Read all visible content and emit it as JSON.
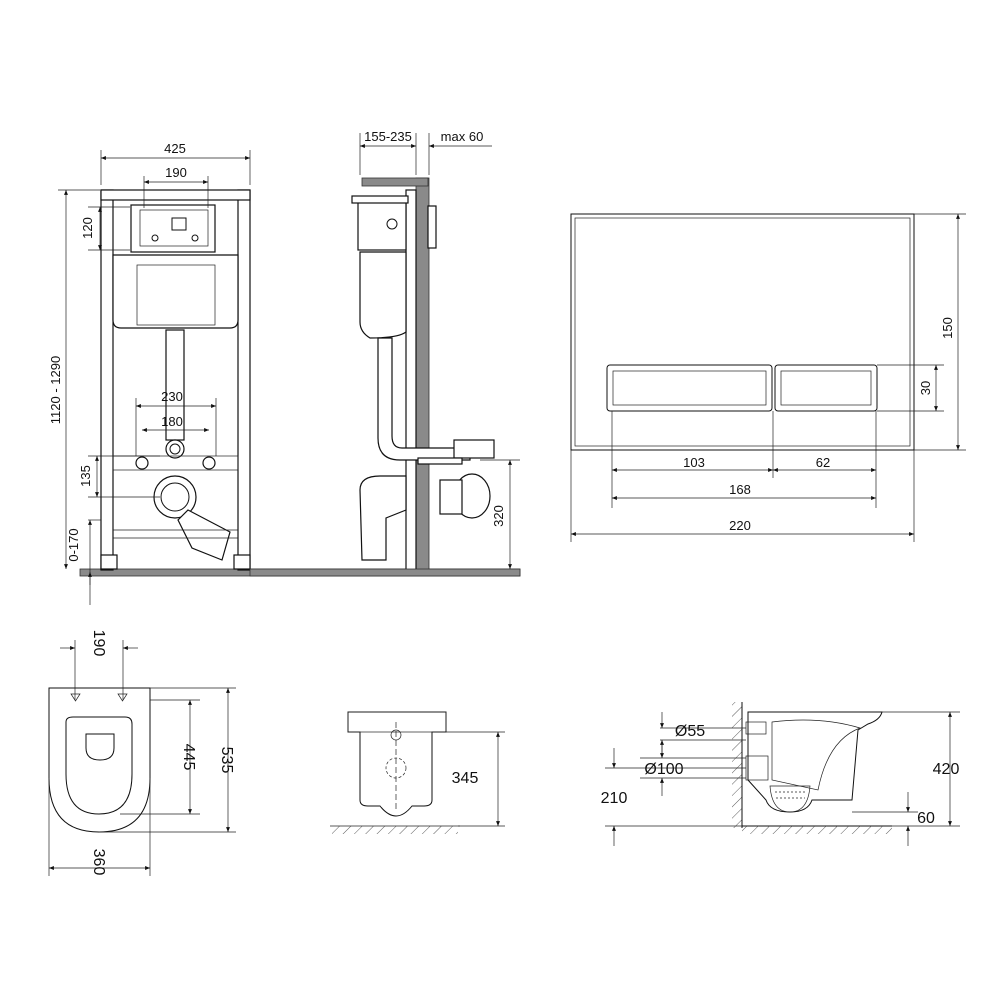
{
  "frame_front": {
    "width": "425",
    "cistern_box": "190",
    "top_offset": "120",
    "height_range": "1120 - 1290",
    "bolt_outer": "230",
    "bolt_inner": "180",
    "drain_height": "135",
    "foot_range": "0-170"
  },
  "frame_side": {
    "depth_range": "155-235",
    "max_wall": "max 60",
    "outlet_height": "320"
  },
  "flush_plate": {
    "height": "150",
    "button_height": "30",
    "left_button": "103",
    "right_button": "62",
    "buttons_total": "168",
    "width": "220"
  },
  "bowl_top": {
    "bolt_spacing": "190",
    "inner_length": "445",
    "outer_length": "535",
    "width": "360"
  },
  "bowl_front": {
    "height": "345"
  },
  "bowl_side": {
    "inlet_diameter": "Ø55",
    "outlet_diameter": "Ø100",
    "outlet_height": "210",
    "total_height": "420",
    "floor_gap": "60"
  },
  "colors": {
    "line": "#111111",
    "wall": "#8a8a8a",
    "background": "#ffffff"
  }
}
